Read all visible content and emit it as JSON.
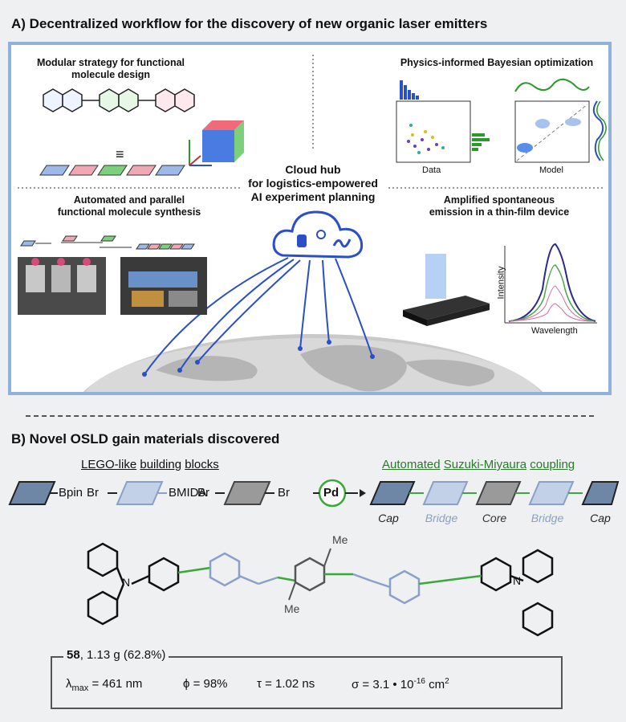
{
  "section_a": {
    "title": "A) Decentralized workflow for the discovery of new organic laser emitters",
    "modular": "Modular strategy for functional molecule design",
    "equiv": "≡",
    "bayes": "Physics-informed Bayesian optimization",
    "data_label": "Data",
    "model_label": "Model",
    "cloud_line1": "Cloud hub",
    "cloud_line2": "for logistics-empowered",
    "cloud_line3": "AI experiment planning",
    "synth_line1": "Automated and parallel",
    "synth_line2": "functional molecule synthesis",
    "ase_line1": "Amplified spontaneous",
    "ase_line2": "emission in a thin-film device",
    "intensity": "Intensity",
    "wavelength": "Wavelength",
    "accent_border": "#8fb1db",
    "link_color": "#2b4fc4"
  },
  "section_b": {
    "title": "B) Novel OSLD gain materials discovered",
    "lego_words": [
      "LEGO-like",
      "building",
      "blocks"
    ],
    "suzuki_words": [
      "Automated",
      "Suzuki-Miyaura",
      "coupling"
    ],
    "bpin": "Bpin",
    "br1": "Br",
    "bmida": "BMIDA",
    "br2": "Br",
    "br3": "Br",
    "pd": "Pd",
    "chain": [
      "Cap",
      "Bridge",
      "Core",
      "Bridge",
      "Cap"
    ],
    "me_top": "Me",
    "me_bottom": "Me",
    "n_left": "N",
    "n_right": "N",
    "compound_number": "58",
    "compound_yield": ", 1.13 g (62.8%)",
    "lambda_symbol": "λ",
    "lambda_sub": "max",
    "lambda_value": " = 461 nm",
    "phi": "ϕ = 98%",
    "tau": "τ = 1.02 ns",
    "sigma_prefix": "σ = 3.1 • 10",
    "sigma_exp": "-16",
    "sigma_unit": " cm",
    "sigma_unit_exp": "2",
    "cap_color": "#6e87a6",
    "bridge_color": "#c2d0e8",
    "core_color": "#9a9a9a",
    "green": "#3aa83a"
  }
}
